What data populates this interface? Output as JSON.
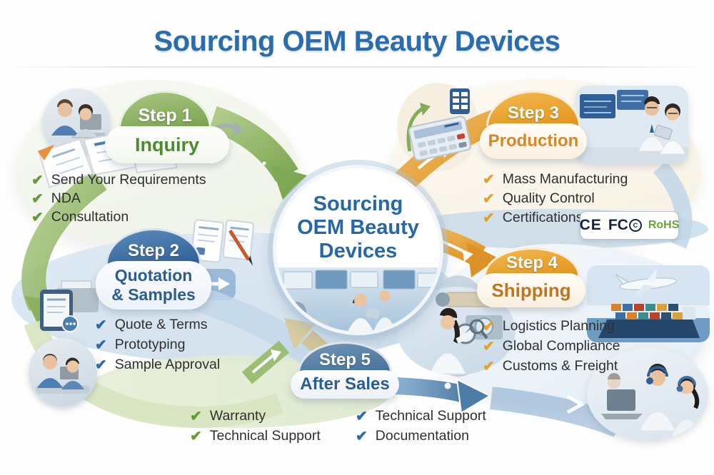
{
  "title": "Sourcing OEM Beauty Devices",
  "center_circle": {
    "line1": "Sourcing",
    "line2": "OEM Beauty",
    "line3": "Devices"
  },
  "steps": {
    "step1": {
      "badge": "Step 1",
      "name": "Inquiry",
      "items": [
        "Send Your Requirements",
        "NDA",
        "Consultation"
      ]
    },
    "step2": {
      "badge": "Step 2",
      "name_line1": "Quotation",
      "name_line2": "& Samples",
      "items": [
        "Quote & Terms",
        "Prototyping",
        "Sample Approval"
      ]
    },
    "step3": {
      "badge": "Step 3",
      "name": "Production",
      "items": [
        "Mass Manufacturing",
        "Quality Control",
        "Certifications"
      ]
    },
    "step4": {
      "badge": "Step 4",
      "name": "Shipping",
      "items": [
        "Logistics Planning",
        "Global Compliance",
        "Customs & Freight"
      ]
    },
    "step5": {
      "badge": "Step 5",
      "name": "After Sales",
      "items_left": [
        "Warranty",
        "Technical Support"
      ],
      "items_right": [
        "Technical Support",
        "Documentation"
      ]
    }
  },
  "certifications": {
    "ce": "CE",
    "fcc": "FC",
    "fcc_c": "C",
    "rohs": "RoHS"
  },
  "icons": {
    "check": "✔"
  },
  "colors": {
    "title_blue": "#2b6cae",
    "step_green": "#78a24d",
    "step_blue": "#2e6096",
    "step_orange": "#e2941c",
    "step_steel": "#44709c",
    "check_green": "#639a3c",
    "check_blue": "#2e6ba6",
    "check_orange": "#e2a231",
    "rohs_green": "#68a63a",
    "ce_navy": "#15233f"
  }
}
